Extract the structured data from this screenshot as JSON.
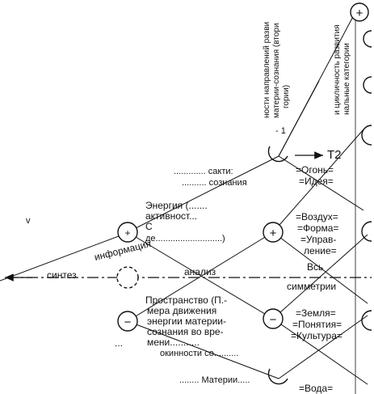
{
  "colors": {
    "ink": "#111111",
    "paper": "#ffffff"
  },
  "labels": {
    "synthesis": "синтез",
    "information": "информация",
    "analysis": "анализ",
    "t2": "T2",
    "fire": "=Огонь=",
    "idea": "=Идея=",
    "air": "=Воздух=",
    "form": "=Форма=",
    "control_a": "=Управ-",
    "control_b": "ление=",
    "all": "Bсь",
    "symmetry": "симметрии",
    "earth": "=Земля=",
    "concept": "=Понятия=",
    "culture": "=Культура=",
    "water": "=Вода=",
    "minus1": "- 1",
    "v_mark": "v",
    "space_1": "Пространство (П.-",
    "space_2": "мера движения",
    "space_3": "энергии материи-",
    "space_4": "сознания во вре-",
    "space_5": "мени...........",
    "space_6": "окинности со..........",
    "energy_1": "Энергия (.......",
    "energy_2": "активност...",
    "energy_3": "С",
    "energy_4": "де...........................)",
    "upper_1": "............. сакти:",
    "upper_2": ".......... сознания",
    "bottom_1": "........ Материи.....",
    "dots": "..."
  },
  "rotated": {
    "col1_a": "ности направлений разви",
    "col1_b": "материи-сознания (втори",
    "col1_c": "гории)",
    "col2_a": "и цикличность развития",
    "col2_b": "нальные категории"
  },
  "symbols": {
    "plus": "+",
    "minus": "−",
    "node_plus": "+",
    "node_minus": "−"
  }
}
